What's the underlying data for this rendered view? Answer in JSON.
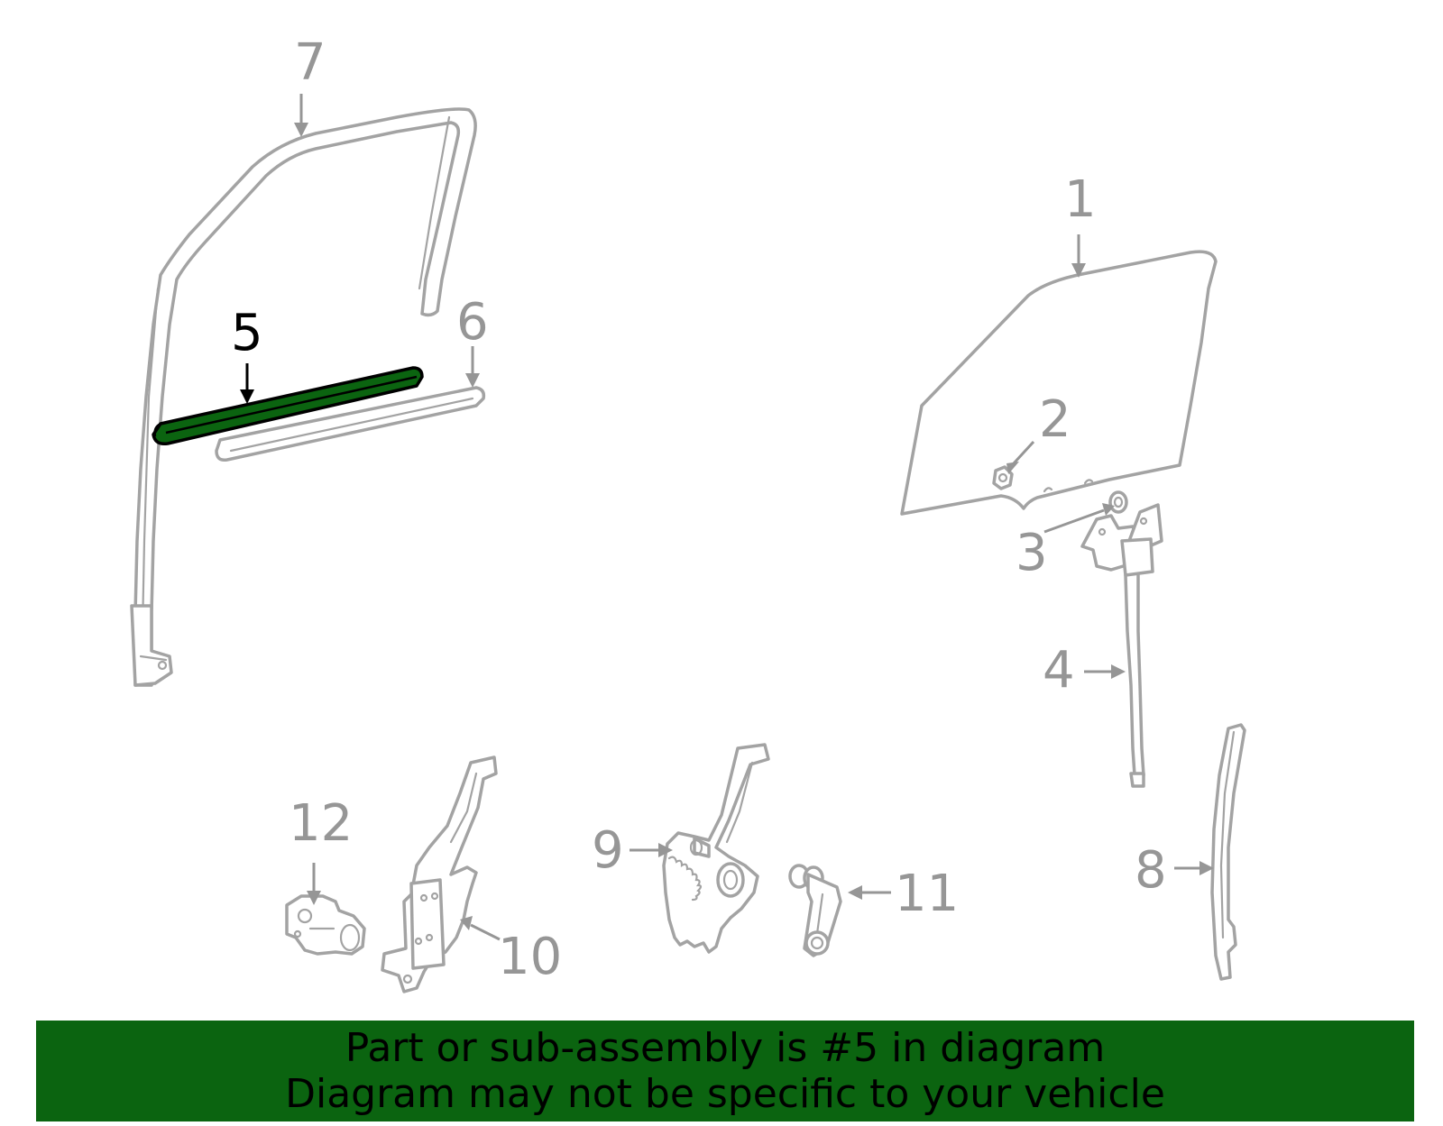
{
  "diagram": {
    "highlight_color": "#0b6410",
    "line_color": "#a3a3a3",
    "highlighted_part": "5",
    "callouts": {
      "c1": "1",
      "c2": "2",
      "c3": "3",
      "c4": "4",
      "c5": "5",
      "c6": "6",
      "c7": "7",
      "c8": "8",
      "c9": "9",
      "c10": "10",
      "c11": "11",
      "c12": "12"
    }
  },
  "banner": {
    "line1": "Part or sub-assembly is #5 in diagram",
    "line2": "Diagram may not be specific to your vehicle",
    "background": "#0b6410"
  }
}
